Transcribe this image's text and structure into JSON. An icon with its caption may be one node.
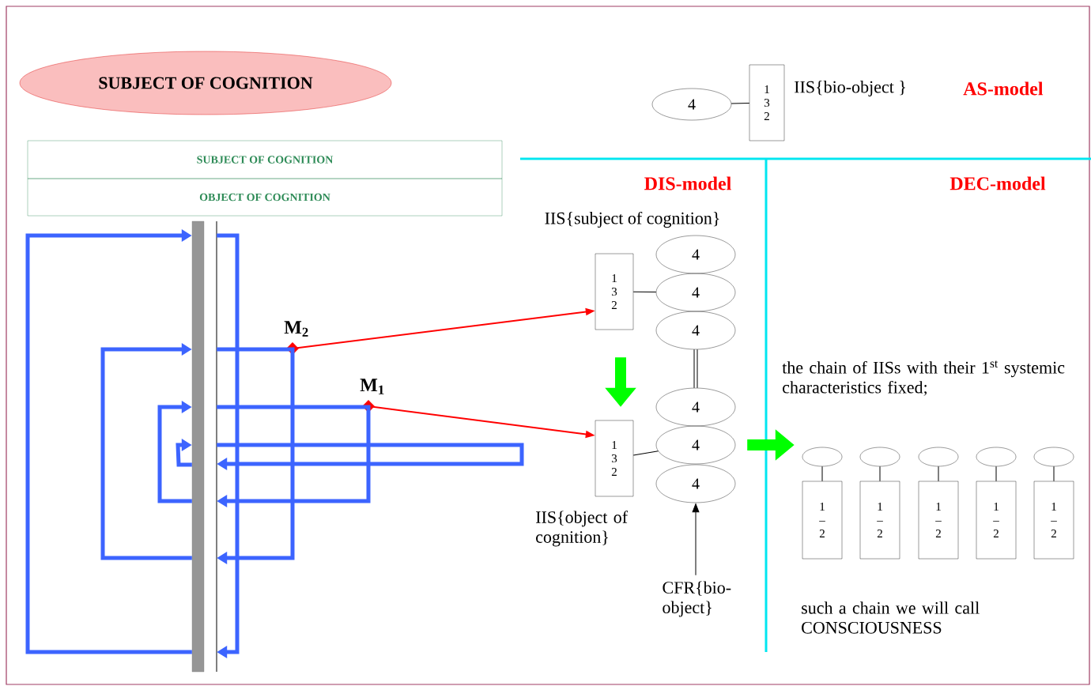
{
  "diagram": {
    "nodes": [
      {
        "text": [
          "SUBJECT OF COGNITION"
        ]
      },
      {
        "text": [
          "SUBJECT OF COGNITION"
        ]
      },
      {
        "text": [
          "OBJECT OF COGNITION"
        ]
      },
      {
        "text": [
          "4"
        ]
      },
      {
        "text": [
          "1 3 2"
        ],
        "beside": [
          "IIS{bio-object }"
        ]
      },
      {
        "text": [],
        "shape": "diamond",
        "beside": [
          "M$_{2}$"
        ]
      },
      {
        "text": [],
        "shape": "diamond",
        "beside": [
          "M$_{1}$"
        ]
      },
      {
        "text": [
          "1 3 2"
        ]
      },
      {
        "text": [
          "4"
        ]
      },
      {
        "text": [
          "4"
        ]
      },
      {
        "text": [
          "4"
        ]
      },
      {
        "text": [
          "1 3 2"
        ]
      },
      {
        "text": [
          "4"
        ]
      },
      {
        "text": [
          "4"
        ]
      },
      {
        "text": [
          "4"
        ]
      },
      {
        "text": [
          "CFR{bio-object}"
        ]
      },
      {
        "text": [],
        "shape": "ellipse"
      },
      {
        "text": [],
        "shape": "ellipse"
      },
      {
        "text": [],
        "shape": "ellipse"
      },
      {
        "text": [],
        "shape": "ellipse"
      },
      {
        "text": [],
        "shape": "ellipse"
      },
      {
        "text": [
          "1 – 2"
        ]
      },
      {
        "text": [
          "1 – 2"
        ]
      },
      {
        "text": [
          "1 – 2"
        ]
      },
      {
        "text": [
          "1 – 2"
        ]
      },
      {
        "text": [
          "1 – 2"
        ]
      },
      {
        "text": [],
        "shape": "bar"
      }
    ],
    "edges": [
      {
        "from": 3,
        "to": 4,
        "arrow": "none"
      },
      {
        "from": 5,
        "to": 7,
        "arrow": "to",
        "color": "#ff0000"
      },
      {
        "from": 6,
        "to": 11,
        "arrow": "to",
        "color": "#ff0000"
      },
      {
        "from": 7,
        "to": 9,
        "arrow": "none"
      },
      {
        "from": 11,
        "to": 13,
        "arrow": "none"
      },
      {
        "from": 10,
        "to": 12,
        "arrow": "none",
        "style": "thick"
      },
      {
        "from": 15,
        "to": 14,
        "arrow": "to"
      },
      {
        "from": 7,
        "to": 11,
        "arrow": "to",
        "style": "thick",
        "color": "#00ff00"
      },
      {
        "from": 13,
        "to": 16,
        "arrow": "to",
        "style": "thick",
        "color": "#00ff00"
      },
      {
        "from": 16,
        "to": 21,
        "arrow": "none"
      },
      {
        "from": 17,
        "to": 22,
        "arrow": "none"
      },
      {
        "from": 18,
        "to": 23,
        "arrow": "none"
      },
      {
        "from": 19,
        "to": 24,
        "arrow": "none"
      },
      {
        "from": 20,
        "to": 25,
        "arrow": "none"
      },
      {
        "from": 26,
        "to": 26,
        "arrow": "to",
        "style": "thick",
        "color": "#3c64ff"
      },
      {
        "from": 26,
        "to": 26,
        "arrow": "to",
        "style": "thick",
        "color": "#3c64ff"
      },
      {
        "from": 26,
        "to": 26,
        "arrow": "to",
        "style": "thick",
        "color": "#3c64ff"
      },
      {
        "from": 26,
        "to": 26,
        "arrow": "to",
        "style": "thick",
        "color": "#3c64ff"
      },
      {
        "from": 26,
        "to": 26,
        "arrow": "to",
        "style": "thick",
        "color": "#3c64ff"
      },
      {
        "from": 26,
        "to": 26,
        "arrow": "to",
        "style": "thick",
        "color": "#3c64ff"
      },
      {
        "from": 26,
        "to": 26,
        "arrow": "to",
        "style": "thick",
        "color": "#3c64ff"
      },
      {
        "from": 26,
        "to": 26,
        "arrow": "to",
        "style": "thick",
        "color": "#3c64ff"
      }
    ],
    "labels": [
      "AS-model",
      "DIS-model",
      "DEC-model",
      "IIS{subject of  cognition}",
      "IIS{object of cognition}",
      "the chain of IISs with their 1$^{st}$ systemic characteristics fixed;",
      "such a chain we will call CONSCIOUSNESS"
    ]
  }
}
